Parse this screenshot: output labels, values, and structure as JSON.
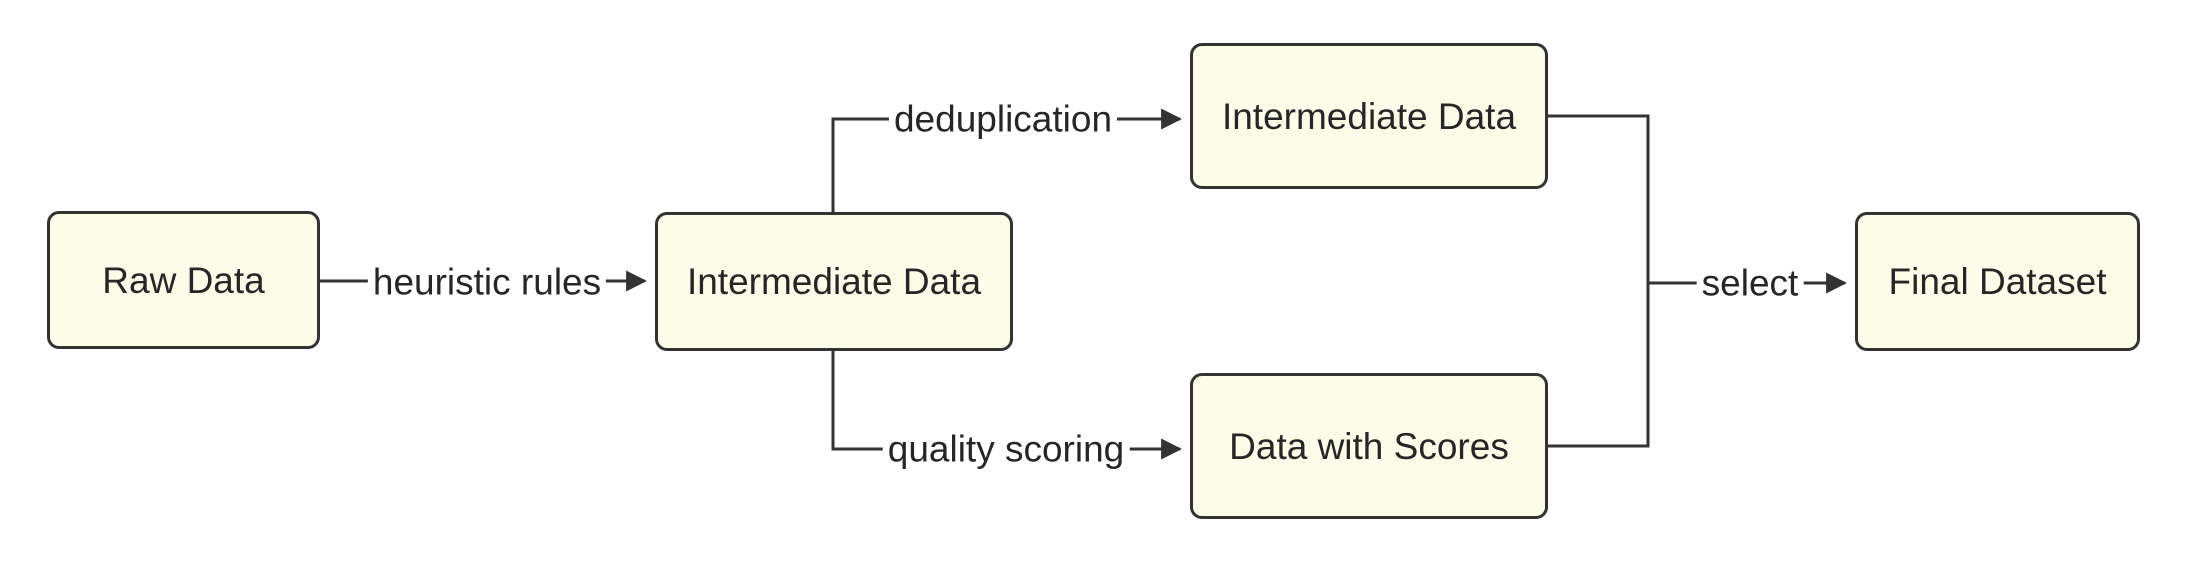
{
  "diagram": {
    "type": "flowchart",
    "orientation": "left-to-right",
    "background_color": "#ffffff",
    "node_fill_color": "#fcfce9",
    "node_border_color": "#333333",
    "text_color": "#262626",
    "edge_color": "#333333",
    "nodes": [
      {
        "id": "raw-data",
        "label": "Raw Data"
      },
      {
        "id": "intermediate-1",
        "label": "Intermediate Data"
      },
      {
        "id": "intermediate-2",
        "label": "Intermediate Data"
      },
      {
        "id": "data-scores",
        "label": "Data with Scores"
      },
      {
        "id": "final-dataset",
        "label": "Final Dataset"
      }
    ],
    "edges": [
      {
        "id": "e1",
        "from": "raw-data",
        "to": "intermediate-1",
        "label": "heuristic rules"
      },
      {
        "id": "e2",
        "from": "intermediate-1",
        "to": "intermediate-2",
        "label": "deduplication"
      },
      {
        "id": "e3",
        "from": "intermediate-1",
        "to": "data-scores",
        "label": "quality scoring"
      },
      {
        "id": "e4",
        "from": "intermediate-2",
        "to": "final-dataset",
        "label": "select"
      },
      {
        "id": "e5",
        "from": "data-scores",
        "to": "final-dataset",
        "label": "select"
      }
    ]
  }
}
